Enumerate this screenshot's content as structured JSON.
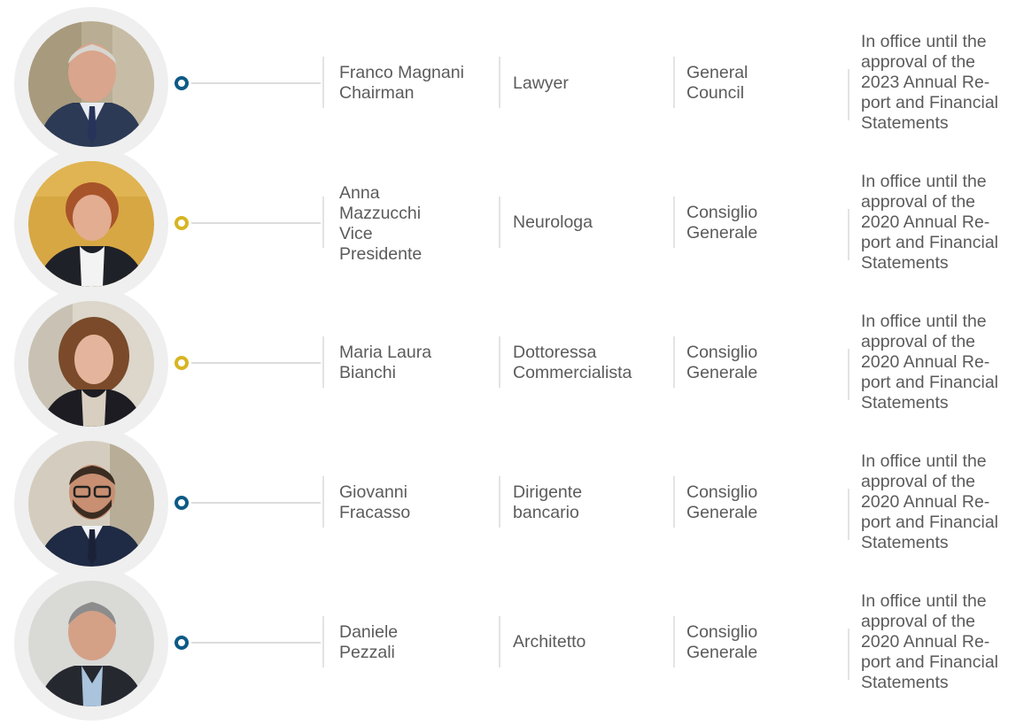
{
  "members": [
    {
      "name_lines": [
        "Franco Magnani",
        "Chairman"
      ],
      "profession_lines": [
        "Lawyer"
      ],
      "body_lines": [
        "General",
        "Council"
      ],
      "term_lines": [
        "In office until the",
        "approval of the",
        "2023 Annual Re-",
        "port and Financial",
        "Statements"
      ],
      "marker_color": "#0e5a86",
      "photo": "portrait-older-man-suit"
    },
    {
      "name_lines": [
        "Anna",
        "Mazzucchi",
        "Vice",
        "Presidente"
      ],
      "profession_lines": [
        "Neurologa"
      ],
      "body_lines": [
        "Consiglio",
        "Generale"
      ],
      "term_lines": [
        "In office until the",
        "approval of the",
        "2020 Annual Re-",
        "port and Financial",
        "Statements"
      ],
      "marker_color": "#d7b523",
      "photo": "portrait-woman-gold-background"
    },
    {
      "name_lines": [
        "Maria Laura",
        "Bianchi"
      ],
      "profession_lines": [
        "Dottoressa",
        "Commercialista"
      ],
      "body_lines": [
        "Consiglio",
        "Generale"
      ],
      "term_lines": [
        "In office until the",
        "approval of the",
        "2020 Annual Re-",
        "port and Financial",
        "Statements"
      ],
      "marker_color": "#d7b523",
      "photo": "portrait-woman-curly-hair"
    },
    {
      "name_lines": [
        "Giovanni",
        "Fracasso"
      ],
      "profession_lines": [
        "Dirigente",
        "bancario"
      ],
      "body_lines": [
        "Consiglio",
        "Generale"
      ],
      "term_lines": [
        "In office until the",
        "approval of the",
        "2020 Annual Re-",
        "port and Financial",
        "Statements"
      ],
      "marker_color": "#0e5a86",
      "photo": "portrait-man-glasses-beard"
    },
    {
      "name_lines": [
        "Daniele",
        "Pezzali"
      ],
      "profession_lines": [
        "Architetto"
      ],
      "body_lines": [
        "Consiglio",
        "Generale"
      ],
      "term_lines": [
        "In office until the",
        "approval of the",
        "2020 Annual Re-",
        "port and Financial",
        "Statements"
      ],
      "marker_color": "#0e5a86",
      "photo": "portrait-man-grey-hair"
    }
  ]
}
